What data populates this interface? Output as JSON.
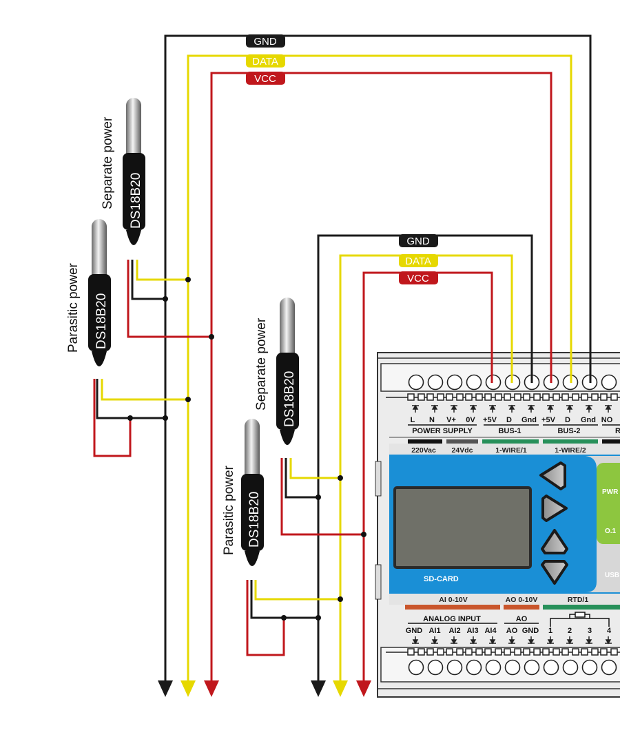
{
  "bus_labels": {
    "gnd": "GND",
    "data": "DATA",
    "vcc": "VCC"
  },
  "sensor": {
    "model": "DS18B20",
    "separate": "Separate power",
    "parasitic": "Parasitic power"
  },
  "colors": {
    "gnd": "#1a1a1a",
    "data": "#e6d800",
    "vcc": "#c0171c",
    "panel": "#1a8fd6",
    "lcd": "#6f7068",
    "green": "#8dc63f"
  },
  "device": {
    "top_terminals": [
      "L",
      "N",
      "V+",
      "0V",
      "+5V",
      "D",
      "Gnd",
      "+5V",
      "D",
      "Gnd",
      "NO"
    ],
    "top_groups": [
      "POWER SUPPLY",
      "BUS-1",
      "BUS-2",
      "R"
    ],
    "top_strip": [
      "220Vac",
      "24Vdc",
      "1-WIRE/1",
      "1-WIRE/2"
    ],
    "side_labels": [
      "PWR",
      "O.1",
      "USB"
    ],
    "sd_card": "SD-CARD",
    "bottom_strip": [
      "AI 0-10V",
      "AO 0-10V",
      "RTD/1"
    ],
    "bottom_groups": [
      "ANALOG INPUT",
      "AO"
    ],
    "bottom_terminals": [
      "GND",
      "AI1",
      "AI2",
      "AI3",
      "AI4",
      "AO",
      "GND",
      "1",
      "2",
      "3",
      "4"
    ]
  }
}
